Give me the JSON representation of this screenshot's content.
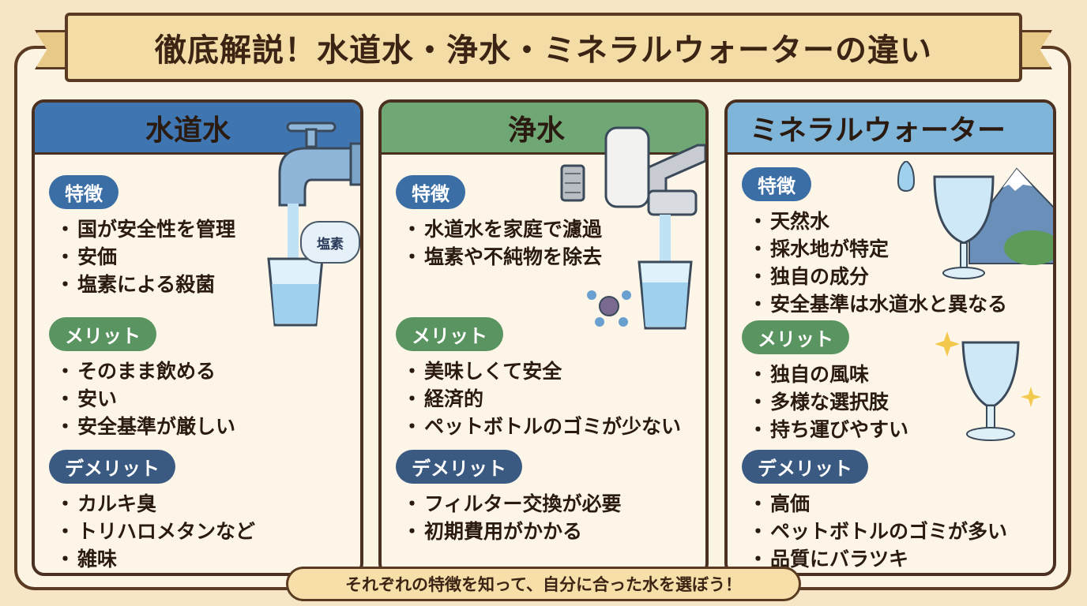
{
  "title": "徹底解説！水道水・浄水・ミネラルウォーターの違い",
  "labels": {
    "features": "特徴",
    "merits": "メリット",
    "demerits": "デメリット"
  },
  "panels": [
    {
      "name": "水道水",
      "features": [
        "国が安全性を管理",
        "安価",
        "塩素による殺菌"
      ],
      "merits": [
        "そのまま飲める",
        "安い",
        "安全基準が厳しい"
      ],
      "demerits": [
        "カルキ臭",
        "トリハロメタンなど",
        "雑味"
      ],
      "bubble": "塩素",
      "color": "#3f76b1"
    },
    {
      "name": "浄水",
      "features": [
        "水道水を家庭で濾過",
        "塩素や不純物を除去"
      ],
      "merits": [
        "美味しくて安全",
        "経済的",
        "ペットボトルのゴミが少ない"
      ],
      "demerits": [
        "フィルター交換が必要",
        "初期費用がかかる"
      ],
      "color": "#6fa875"
    },
    {
      "name": "ミネラルウォーター",
      "features": [
        "天然水",
        "採水地が特定",
        "独自の成分",
        "安全基準は水道水と異なる"
      ],
      "merits": [
        "独自の風味",
        "多様な選択肢",
        "持ち運びやすい"
      ],
      "demerits": [
        "高価",
        "ペットボトルのゴミが多い",
        "品質にバラツキ"
      ],
      "color": "#7fb5d8"
    }
  ],
  "footer": "それぞれの特徴を知って、自分に合った水を選ぼう！"
}
